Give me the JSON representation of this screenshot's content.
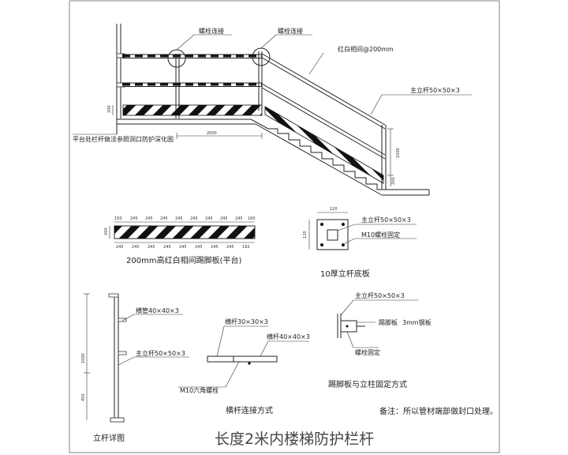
{
  "labels": {
    "bolt_connection_1": "螺栓连接",
    "bolt_connection_2": "螺栓连接",
    "red_white_spacing": "红白相间@200mm",
    "main_post_top": "主立杆50×50×3",
    "platform_note": "平台处栏杆做法参照洞口防护深化图",
    "dim_200_a": "200",
    "dim_2000": "2000",
    "dim_1000_stair": "1000",
    "dim_200_b": "200",
    "post_detail_title": "立杆详图",
    "railing_tube": "横管40×40×3",
    "main_post_detail": "主立杆50×50×3",
    "dim_1000_detail": "1000",
    "dim_450_detail": "450",
    "rail_30": "横杆30×30×3",
    "rail_40": "横杆40×40×3",
    "m10_bolt": "M10六角螺栓",
    "rail_connection_title": "横杆连接方式",
    "toeboard_title": "200mm高红白相间踢脚板(平台)",
    "base_plate_title": "10厚立杆底板",
    "base_main_post": "主立杆50×50×3",
    "base_m10": "M10螺栓固定",
    "base_dim_top": "120",
    "base_dim_side": "120",
    "fix_main_post": "主立杆50×50×3",
    "fix_toeboard": "踢脚板",
    "fix_steel_plate": "3mm钢板",
    "fix_bolt": "螺栓固定",
    "fix_title": "踢脚板与立柱固定方式",
    "remark": "备注：所以管材端部做封口处理。",
    "drawing_title": "长度2米内楼梯防护栏杆"
  },
  "toeboard_dims": {
    "top": [
      "150",
      "245",
      "245",
      "245",
      "245",
      "245",
      "245",
      "245",
      "245",
      "160"
    ],
    "bottom": [
      "245",
      "245",
      "245",
      "245",
      "245",
      "245",
      "245",
      "245",
      "192"
    ],
    "height": "200"
  }
}
